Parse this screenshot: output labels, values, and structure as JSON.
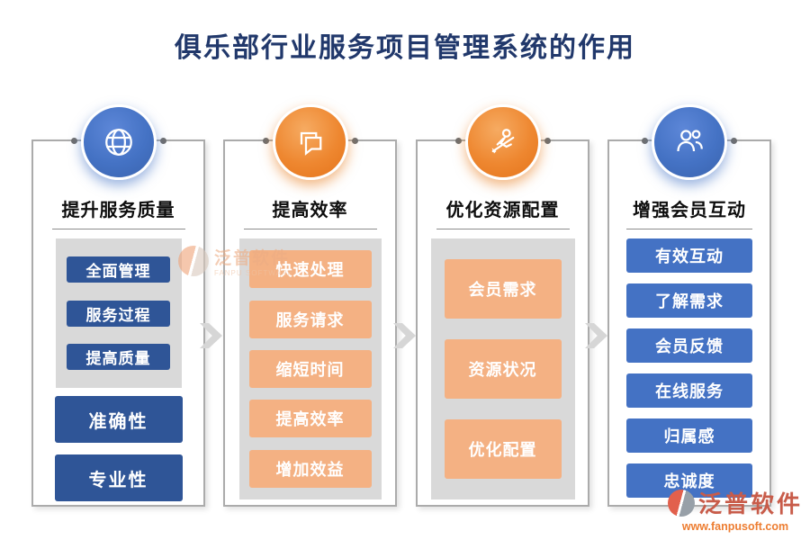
{
  "title": "俱乐部行业服务项目管理系统的作用",
  "colors": {
    "title_navy": "#21386B",
    "dark_blue_button": "#2F5597",
    "blue_button": "#4472C4",
    "blue_circle": "#4472C4",
    "orange_circle": "#ED7D31",
    "orange_button": "#F4B183",
    "group_gray": "#D9D9D9",
    "card_border": "#ABABAB",
    "arrow_gray": "#D6D6D6"
  },
  "columns": [
    {
      "heading": "提升服务质量",
      "icon": "globe-icon",
      "theme": "blue",
      "grouped_items": [
        "全面管理",
        "服务过程",
        "提高质量"
      ],
      "standalone_items": [
        "准确性",
        "专业性"
      ]
    },
    {
      "heading": "提高效率",
      "icon": "chat-bubbles-icon",
      "theme": "orange",
      "grouped_items": [
        "快速处理",
        "服务请求",
        "缩短时间",
        "提高效率",
        "增加效益"
      ],
      "standalone_items": []
    },
    {
      "heading": "优化资源配置",
      "icon": "person-activity-icon",
      "theme": "orange",
      "grouped_items": [
        "会员需求",
        "资源状况",
        "优化配置"
      ],
      "standalone_items": []
    },
    {
      "heading": "增强会员互动",
      "icon": "people-icon",
      "theme": "blue",
      "grouped_items": [],
      "standalone_items": [
        "有效互动",
        "了解需求",
        "会员反馈",
        "在线服务",
        "归属感",
        "忠诚度"
      ]
    }
  ],
  "watermark": {
    "name": "泛普软件",
    "subtitle": "FANPU SOFTWARE"
  },
  "brand": {
    "name": "泛普软件",
    "url": "www.fanpusoft.com"
  }
}
